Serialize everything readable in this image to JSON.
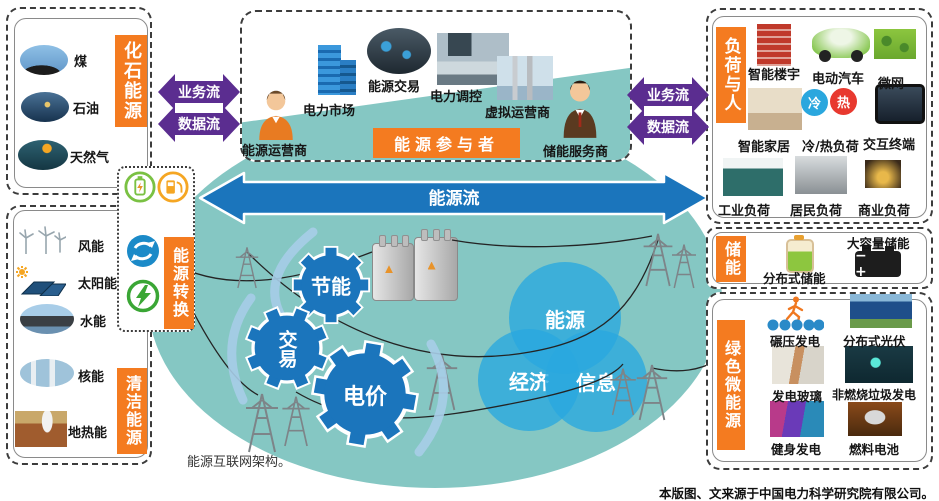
{
  "left": {
    "fossil": {
      "title": "化石能源",
      "items": [
        "煤",
        "石油",
        "天然气"
      ]
    },
    "clean": {
      "title": "清洁能源",
      "items": [
        "风能",
        "太阳能",
        "水能",
        "核能",
        "地热能"
      ]
    },
    "conversion": {
      "title": "能源转换"
    }
  },
  "flows": {
    "business": "业务流",
    "data": "数据流",
    "energy": "能源流"
  },
  "participants": {
    "banner": "能源参与者",
    "roles": [
      "能源运营商",
      "电力市场",
      "能源交易",
      "电力调控",
      "虚拟运营商",
      "储能服务商"
    ]
  },
  "core": {
    "gears": [
      "节能",
      "交易",
      "电价"
    ],
    "venn": [
      "能源",
      "经济",
      "信息"
    ]
  },
  "right": {
    "load": {
      "title": "负荷与人",
      "items": [
        "智能楼宇",
        "电动汽车",
        "微网",
        "智能家居",
        "冷/热负荷",
        "交互终端",
        "工业负荷",
        "居民负荷",
        "商业负荷"
      ],
      "cold": "冷",
      "hot": "热"
    },
    "storage": {
      "title": "储能",
      "items": [
        "分布式储能",
        "大容量储能"
      ],
      "battery_marks": "− +"
    },
    "green": {
      "title": "绿色微能源",
      "items": [
        "碾压发电",
        "分布式光伏",
        "发电玻璃",
        "非燃烧垃圾发电",
        "健身发电",
        "燃料电池"
      ]
    }
  },
  "captions": {
    "architecture": "能源互联网架构。",
    "source": "本版图、文来源于中国电力科学研究院有限公司。"
  },
  "colors": {
    "orange": "#f47b20",
    "teal": "#85c7c3",
    "blue": "#1b75bc",
    "purple": "#5b2d90",
    "venn_blue": "#29a8df",
    "cold": "#2aa7de",
    "hot": "#e8392f"
  }
}
